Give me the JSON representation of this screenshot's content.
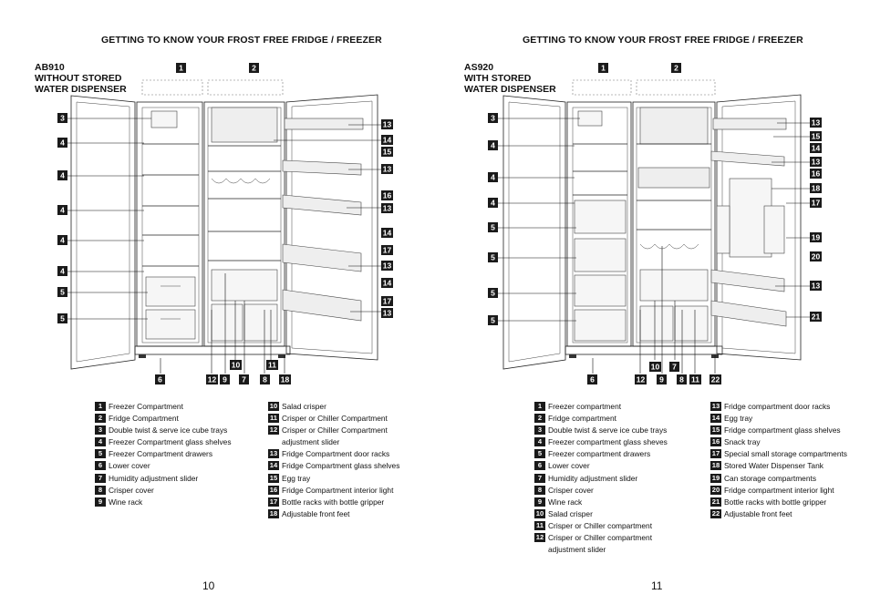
{
  "left_page": {
    "header": "GETTING TO KNOW YOUR FROST FREE FRIDGE / FREEZER",
    "model": "AB910\nWITHOUT STORED\nWATER DISPENSER",
    "page_number": "10",
    "callouts": [
      "1",
      "2",
      "3",
      "4",
      "4",
      "4",
      "4",
      "4",
      "5",
      "5",
      "6",
      "12",
      "9",
      "10",
      "7",
      "8",
      "11",
      "18",
      "13",
      "14",
      "15",
      "13",
      "16",
      "13",
      "14",
      "17",
      "13",
      "14",
      "17",
      "13"
    ],
    "legend_col1": [
      {
        "n": "1",
        "t": "Freezer Compartment"
      },
      {
        "n": "2",
        "t": "Fridge Compartment"
      },
      {
        "n": "3",
        "t": "Double twist & serve ice cube trays"
      },
      {
        "n": "4",
        "t": "Freezer Compartment glass shelves"
      },
      {
        "n": "5",
        "t": "Freezer Compartment drawers"
      },
      {
        "n": "6",
        "t": "Lower cover"
      },
      {
        "n": "7",
        "t": "Humidity adjustment slider"
      },
      {
        "n": "8",
        "t": "Crisper cover"
      },
      {
        "n": "9",
        "t": "Wine rack"
      }
    ],
    "legend_col2": [
      {
        "n": "10",
        "t": "Salad crisper"
      },
      {
        "n": "11",
        "t": "Crisper or Chiller Compartment"
      },
      {
        "n": "12",
        "t": "Crisper or Chiller Compartment\nadjustment slider"
      },
      {
        "n": "13",
        "t": "Fridge Compartment door racks"
      },
      {
        "n": "14",
        "t": "Fridge Compartment glass shelves"
      },
      {
        "n": "15",
        "t": "Egg tray"
      },
      {
        "n": "16",
        "t": "Fridge Compartment interior light"
      },
      {
        "n": "17",
        "t": "Bottle racks with bottle gripper"
      },
      {
        "n": "18",
        "t": "Adjustable front feet"
      }
    ]
  },
  "right_page": {
    "header": "GETTING TO KNOW YOUR FROST FREE FRIDGE / FREEZER",
    "model": "AS920\nWITH STORED\nWATER DISPENSER",
    "page_number": "11",
    "callouts": [
      "1",
      "2",
      "3",
      "4",
      "4",
      "4",
      "5",
      "5",
      "5",
      "5",
      "6",
      "12",
      "9",
      "10",
      "7",
      "8",
      "11",
      "22",
      "13",
      "15",
      "14",
      "13",
      "16",
      "18",
      "17",
      "19",
      "20",
      "13",
      "21"
    ],
    "legend_col1": [
      {
        "n": "1",
        "t": "Freezer compartment"
      },
      {
        "n": "2",
        "t": "Fridge compartment"
      },
      {
        "n": "3",
        "t": "Double twist & serve ice cube trays"
      },
      {
        "n": "4",
        "t": "Freezer compartment glass sheves"
      },
      {
        "n": "5",
        "t": "Freezer compartment drawers"
      },
      {
        "n": "6",
        "t": "Lower cover"
      },
      {
        "n": "7",
        "t": "Humidity adjustment slider"
      },
      {
        "n": "8",
        "t": "Crisper cover"
      },
      {
        "n": "9",
        "t": "Wine rack"
      },
      {
        "n": "10",
        "t": "Salad crisper"
      },
      {
        "n": "11",
        "t": "Crisper or Chiller compartment"
      },
      {
        "n": "12",
        "t": "Crisper or Chiller compartment\nadjustment slider"
      }
    ],
    "legend_col2": [
      {
        "n": "13",
        "t": "Fridge compartment door racks"
      },
      {
        "n": "14",
        "t": "Egg tray"
      },
      {
        "n": "15",
        "t": "Fridge compartment glass shelves"
      },
      {
        "n": "16",
        "t": "Snack tray"
      },
      {
        "n": "17",
        "t": "Special small storage compartments"
      },
      {
        "n": "18",
        "t": "Stored Water Dispenser Tank"
      },
      {
        "n": "19",
        "t": "Can storage compartments"
      },
      {
        "n": "20",
        "t": "Fridge compartment interior light"
      },
      {
        "n": "21",
        "t": "Bottle racks with bottle gripper"
      },
      {
        "n": "22",
        "t": "Adjustable front feet"
      }
    ]
  }
}
